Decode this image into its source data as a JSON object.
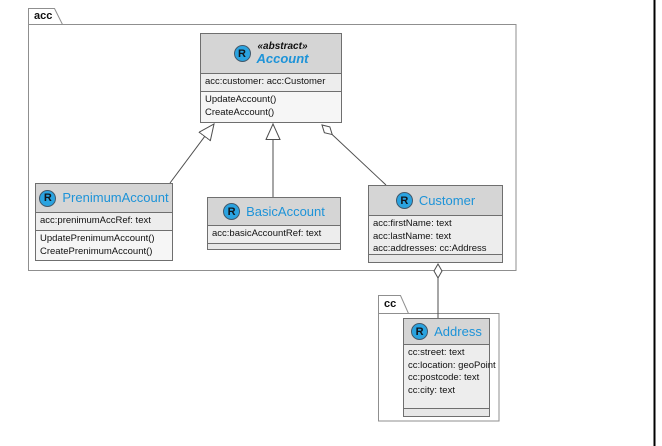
{
  "diagram_type": "uml-class-diagram",
  "colors": {
    "accent_blue": "#1d93d8",
    "icon_circle_blue": "#2aa3e0",
    "header_gray": "#d5d5d5",
    "border_gray": "#6f6f6f",
    "line_gray": "#4d4d4d"
  },
  "class_icon": {
    "letter": "R"
  },
  "packages": {
    "acc": {
      "label": "acc"
    },
    "cc": {
      "label": "cc"
    }
  },
  "classes": {
    "account": {
      "stereotype": "«abstract»",
      "name": "Account",
      "attributes": [
        "acc:customer: acc:Customer"
      ],
      "methods": [
        "UpdateAccount()",
        "CreateAccount()"
      ]
    },
    "prenimum": {
      "name": "PrenimumAccount",
      "attributes": [
        "acc:prenimumAccRef: text"
      ],
      "methods": [
        "UpdatePrenimumAccount()",
        "CreatePrenimumAccount()"
      ]
    },
    "basic": {
      "name": "BasicAccount",
      "attributes": [
        "acc:basicAccountRef: text"
      ],
      "methods": []
    },
    "customer": {
      "name": "Customer",
      "attributes": [
        "acc:firstName: text",
        "acc:lastName: text",
        "acc:addresses: cc:Address"
      ],
      "methods": []
    },
    "address": {
      "name": "Address",
      "attributes": [
        "cc:street: text",
        "cc:location: geoPoint",
        "cc:postcode: text",
        "cc:city: text"
      ],
      "methods": []
    }
  },
  "relationships": [
    {
      "type": "generalization",
      "from": "PrenimumAccount",
      "to": "Account"
    },
    {
      "type": "generalization",
      "from": "BasicAccount",
      "to": "Account"
    },
    {
      "type": "aggregation",
      "whole": "Account",
      "part": "Customer"
    },
    {
      "type": "aggregation",
      "whole": "Customer",
      "part": "Address"
    }
  ]
}
